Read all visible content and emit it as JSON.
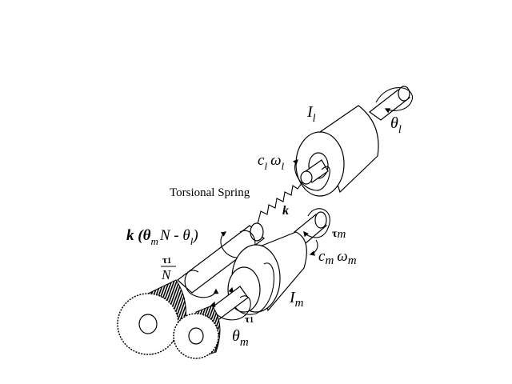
{
  "diagram": {
    "labels": {
      "load_inertia": "I",
      "load_inertia_sub": "l",
      "load_angle": "θ",
      "load_angle_sub": "l",
      "load_damping_c": "c",
      "load_damping_c_sub": "l",
      "load_damping_w": "ω",
      "load_damping_w_sub": "l",
      "spring_title": "Torsional Spring",
      "spring_constant": "k",
      "spring_torque": "k (θ",
      "spring_torque_sub1": "m",
      "spring_torque_mid": "N - θ",
      "spring_torque_sub2": "l",
      "spring_torque_end": ")",
      "motor_torque": "τ",
      "motor_torque_sub": "m",
      "motor_damping_c": "c",
      "motor_damping_c_sub": "m",
      "motor_damping_w": "ω",
      "motor_damping_w_sub": "m",
      "gear_torque_num": "τ",
      "gear_torque_num_sub": "1",
      "gear_torque_den": "N",
      "motor_inertia": "I",
      "motor_inertia_sub": "m",
      "gear_torque": "τ",
      "gear_torque_sub": "1",
      "motor_angle": "θ",
      "motor_angle_sub": "m"
    }
  }
}
